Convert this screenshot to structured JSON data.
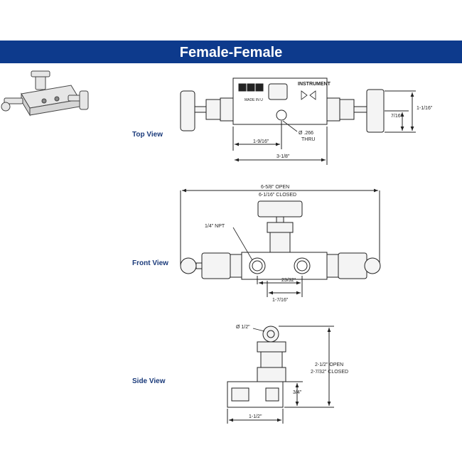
{
  "header": {
    "title": "Female-Female",
    "background": "#0d3a8c",
    "text_color": "#ffffff"
  },
  "views": {
    "top": "Top View",
    "front": "Front View",
    "side": "Side View"
  },
  "top_view": {
    "brand": "INSTRUMENT",
    "made_in": "MADE IN U",
    "hole": "Ø .266",
    "thru": "THRU",
    "dim_width_partial": "1-9/16\"",
    "dim_width_total": "3-1/8\"",
    "dim_height": "1-1/16\"",
    "dim_offset": "7/16\""
  },
  "front_view": {
    "open": "6-5/8\" OPEN",
    "closed": "6-1/16\" CLOSED",
    "port": "1/4\" NPT",
    "dim_port_spacing": "23/32\"",
    "dim_port_offset": "1-7/16\""
  },
  "side_view": {
    "handle_dia": "Ø 1/2\"",
    "open": "2-1/2\" OPEN",
    "closed": "2-7/32\" CLOSED",
    "body_height": "3/4\"",
    "body_width": "1-1/2\""
  }
}
